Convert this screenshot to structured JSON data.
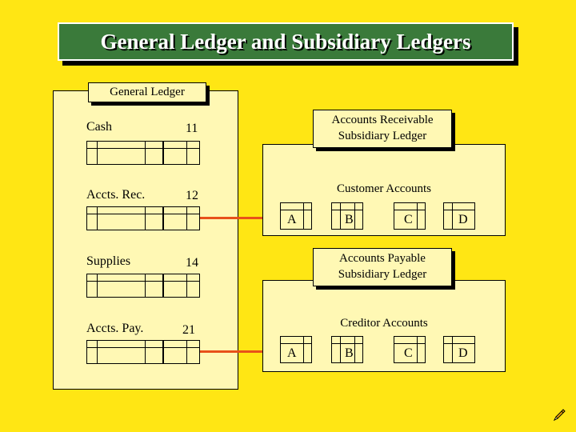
{
  "title": "General Ledger and Subsidiary Ledgers",
  "general_ledger": {
    "label": "General Ledger",
    "accounts": [
      {
        "name": "Cash",
        "number": "11"
      },
      {
        "name": "Accts. Rec.",
        "number": "12"
      },
      {
        "name": "Supplies",
        "number": "14"
      },
      {
        "name": "Accts. Pay.",
        "number": "21"
      }
    ]
  },
  "accounts_receivable": {
    "label_line1": "Accounts Receivable",
    "label_line2": "Subsidiary Ledger",
    "heading": "Customer Accounts",
    "cells": [
      "A",
      "B",
      "C",
      "D"
    ]
  },
  "accounts_payable": {
    "label_line1": "Accounts Payable",
    "label_line2": "Subsidiary Ledger",
    "heading": "Creditor Accounts",
    "cells": [
      "A",
      "B",
      "C",
      "D"
    ]
  },
  "colors": {
    "background": "#ffe614",
    "panel": "#fff8b4",
    "title_bar": "#3a7a3a",
    "connector": "#e8511a"
  },
  "icons": {
    "corner": "pencil-icon"
  }
}
